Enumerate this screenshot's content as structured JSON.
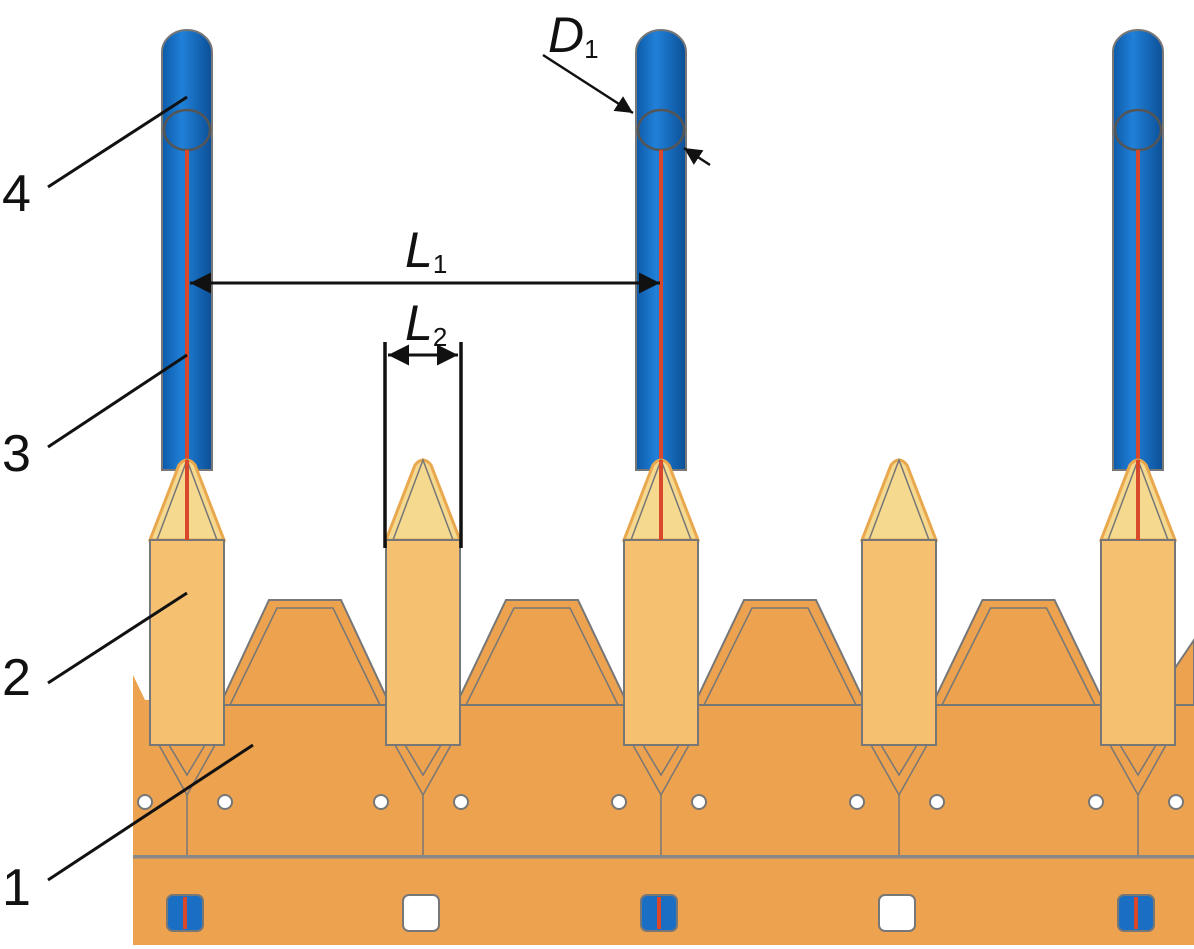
{
  "labels": {
    "one": "1",
    "two": "2",
    "three": "3",
    "four": "4"
  },
  "dimensions": {
    "L1": {
      "main": "L",
      "sub": "1"
    },
    "L2": {
      "main": "L",
      "sub": "2"
    },
    "D1": {
      "main": "D",
      "sub": "1"
    }
  },
  "colors": {
    "rod": "#1a6fc4",
    "wire": "#d9482a",
    "guard": "#f5c070",
    "guard_tip": "#f5d98f",
    "body": "#eca24e",
    "outline": "#777777"
  }
}
